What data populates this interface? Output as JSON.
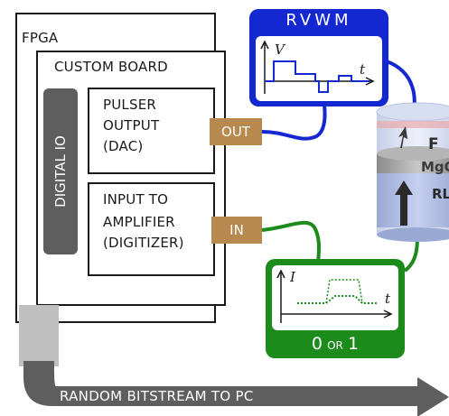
{
  "fpga": {
    "label": "FPGA"
  },
  "board": {
    "label": "CUSTOM BOARD"
  },
  "digital_io": {
    "label": "DIGITAL IO"
  },
  "pulser": {
    "lines": [
      "PULSER",
      "OUTPUT",
      "(DAC)"
    ]
  },
  "amplifier": {
    "lines": [
      "INPUT TO",
      "AMPLIFIER",
      "(DIGITIZER)"
    ]
  },
  "ports": {
    "out": "OUT",
    "in": "IN"
  },
  "rvwm": {
    "title": "RVWM",
    "y_axis": "V",
    "x_axis": "t"
  },
  "readout": {
    "title_main": "0",
    "title_or": "OR",
    "title_end": "1",
    "y_axis": "I",
    "x_axis": "t"
  },
  "device": {
    "top_label": "F",
    "middle_label": "MgO",
    "bottom_label": "RL"
  },
  "bitstream": {
    "label": "RANDOM BITSTREAM TO PC"
  },
  "colors": {
    "blue": "#1428d2",
    "green": "#1c8b1c",
    "tan": "#b8894f",
    "grey": "#5e5e5e",
    "light_grey": "#bfbfbf"
  }
}
